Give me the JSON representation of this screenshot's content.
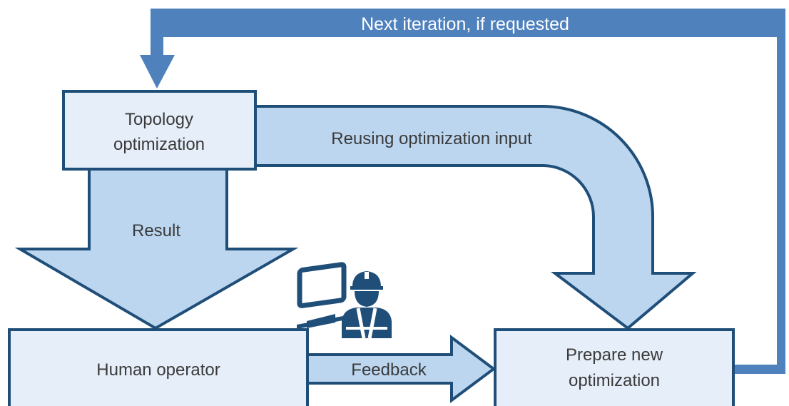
{
  "colors": {
    "box_fill": "#e6eef9",
    "box_stroke": "#1f4e79",
    "arrow_fill": "#bcd6f0",
    "arrow_stroke": "#1f4e79",
    "loop_blue": "#4f81bd",
    "icon_blue": "#1f4e79",
    "text": "#3a3a3a"
  },
  "boxes": {
    "topology": [
      "Topology",
      "optimization"
    ],
    "human": "Human operator",
    "prepare": [
      "Prepare new",
      "optimization"
    ]
  },
  "arrows": {
    "result": "Result",
    "reuse": "Reusing optimization input",
    "feedback": "Feedback",
    "loop": "Next iteration, if requested"
  },
  "icons": [
    "computer-monitor-icon",
    "construction-worker-icon"
  ]
}
